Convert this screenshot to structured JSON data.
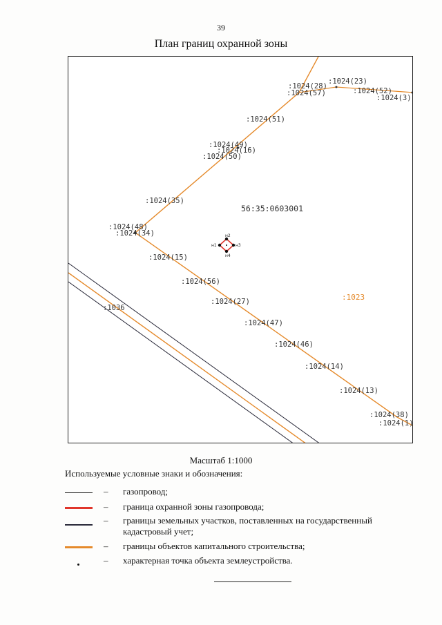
{
  "page": {
    "number": "39",
    "title": "План границ охранной зоны"
  },
  "map": {
    "parcel_number": "56:35:0603001",
    "lot_1023": ":1023",
    "lot_1036": ":1036",
    "points": {
      "p28": ":1024(28)",
      "p57": ":1024(57)",
      "p23": ":1024(23)",
      "p52": ":1024(52)",
      "p3": ":1024(3)",
      "p51": ":1024(51)",
      "p49": ":1024(49)",
      "p16": ":1024(16)",
      "p50": ":1024(50)",
      "p35": ":1024(35)",
      "p48": ":1024(48)",
      "p34": ":1024(34)",
      "p15": ":1024(15)",
      "p56": ":1024(56)",
      "p27": ":1024(27)",
      "p47": ":1024(47)",
      "p46": ":1024(46)",
      "p14": ":1024(14)",
      "p13": ":1024(13)",
      "p38": ":1024(38)",
      "p1": ":1024(1)"
    },
    "zone_points": {
      "n1": "н1",
      "n2": "н2",
      "n3": "н3",
      "n4": "н4"
    },
    "colors": {
      "gas_pipe": "#222222",
      "protection_zone": "#e0352b",
      "land_border": "#2a2a3a",
      "capital_object": "#e58a2b"
    }
  },
  "scale": "Масштаб 1:1000",
  "legend": {
    "title": "Используемые условные знаки и обозначения:",
    "items": [
      {
        "dash": "–",
        "text": "газопровод;"
      },
      {
        "dash": "–",
        "text": "граница охранной зоны газопровода;"
      },
      {
        "dash": "–",
        "text": "границы земельных участков,  поставленных на государственный кадастровый учет;"
      },
      {
        "dash": "–",
        "text": "границы объектов капитального строительства;"
      },
      {
        "dash": "–",
        "text": "характерная точка объекта землеустройства."
      }
    ]
  }
}
